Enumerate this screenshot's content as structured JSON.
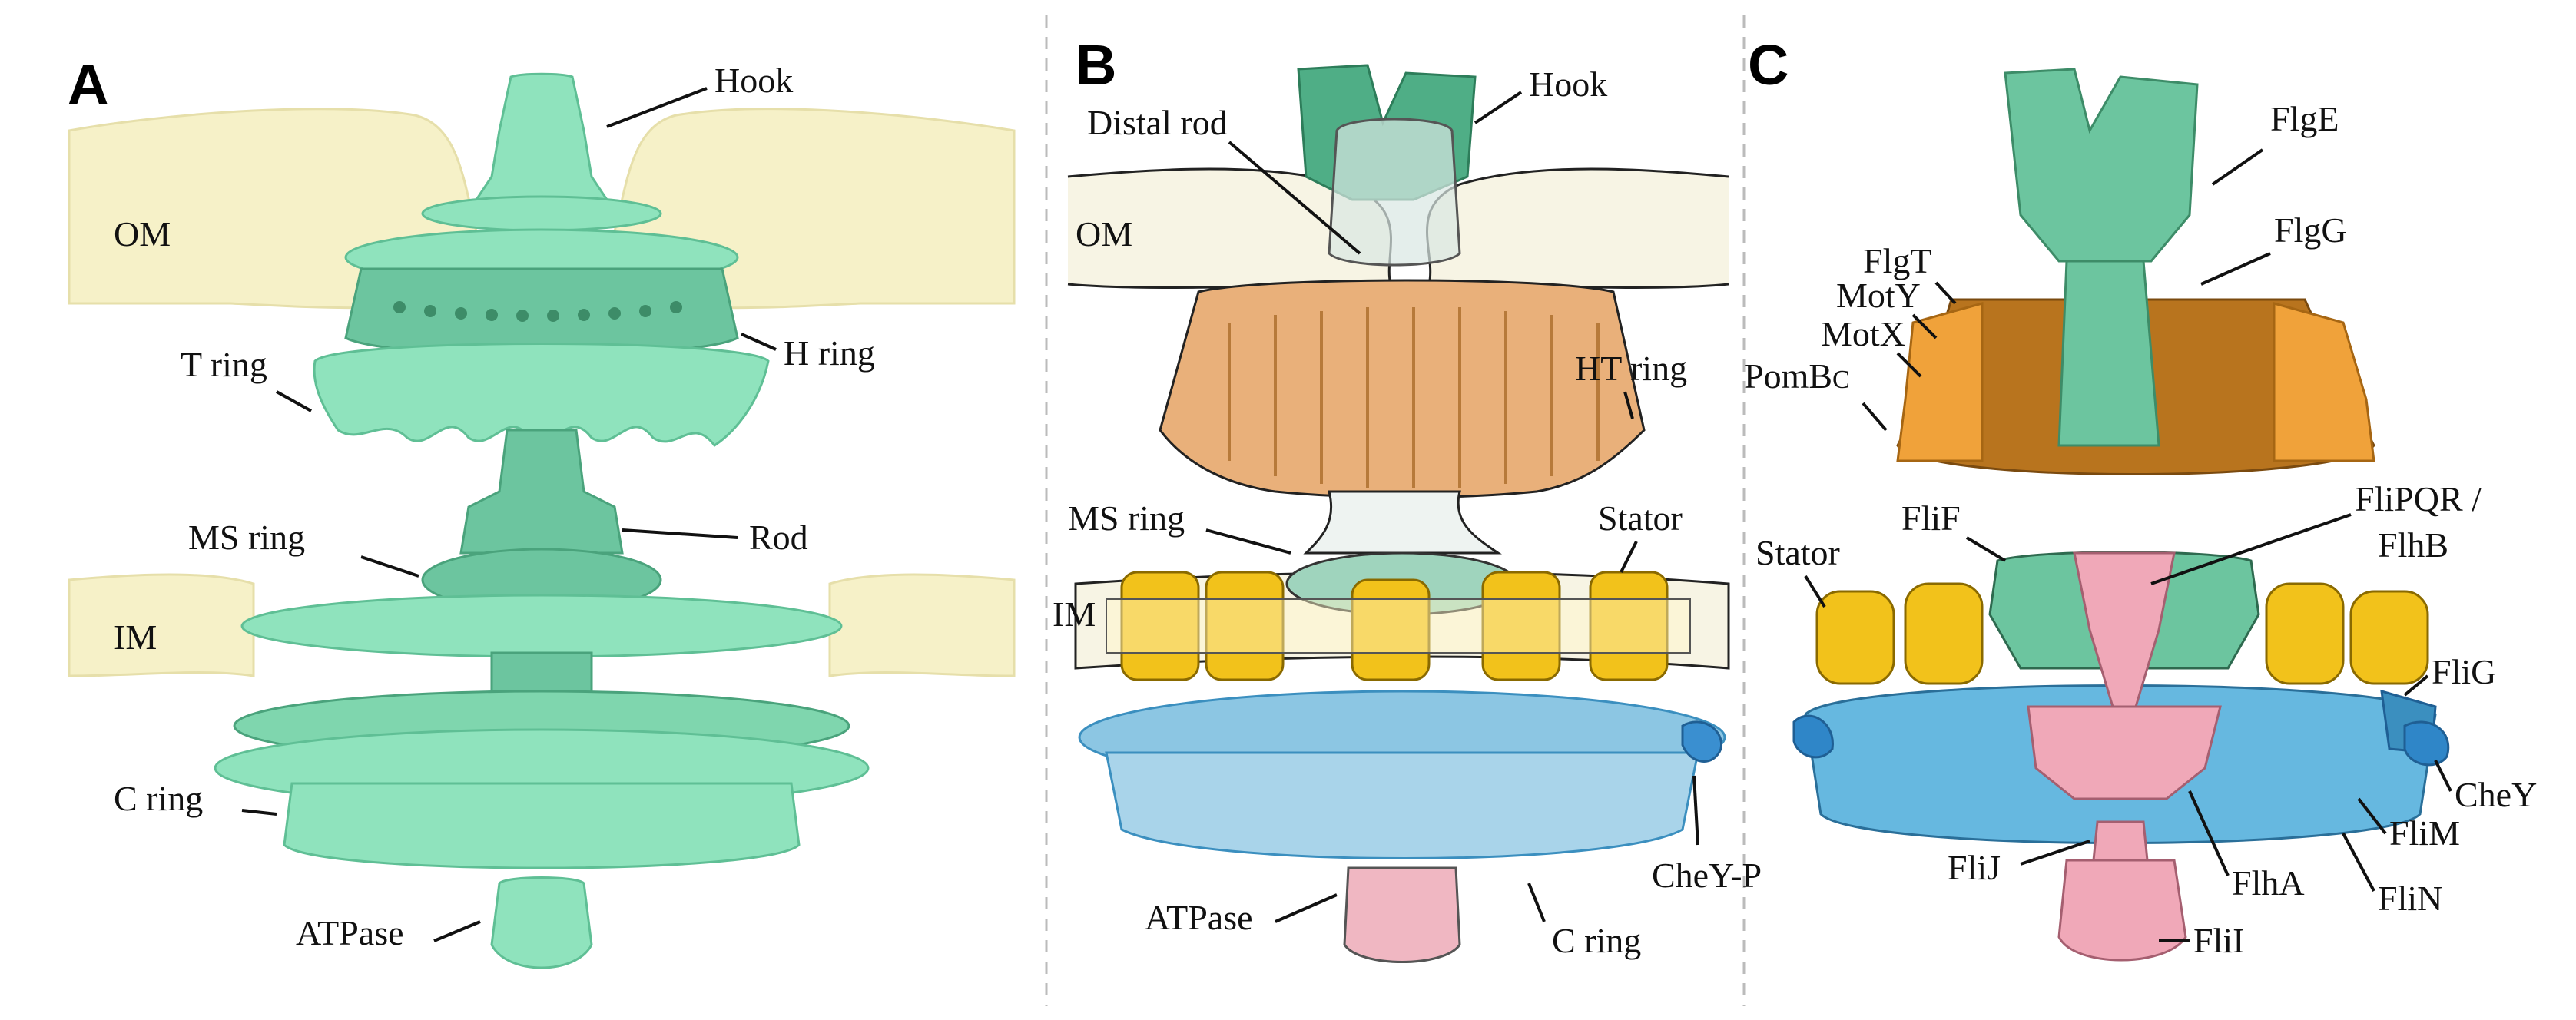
{
  "panels": {
    "a": {
      "letter": "A",
      "labels": {
        "hook": "Hook",
        "om": "OM",
        "h_ring": "H ring",
        "t_ring": "T ring",
        "ms_ring": "MS ring",
        "rod": "Rod",
        "im": "IM",
        "c_ring": "C ring",
        "atpase": "ATPase"
      }
    },
    "b": {
      "letter": "B",
      "labels": {
        "hook": "Hook",
        "distal_rod": "Distal rod",
        "om": "OM",
        "ht_ring": "HT ring",
        "ms_ring": "MS ring",
        "stator": "Stator",
        "im": "IM",
        "chey_p": "CheY-P",
        "atpase": "ATPase",
        "c_ring": "C ring"
      }
    },
    "c": {
      "letter": "C",
      "labels": {
        "flge": "FlgE",
        "flgg": "FlgG",
        "flgt": "FlgT",
        "moty": "MotY",
        "motx": "MotX",
        "pomb_main": "PomB",
        "pomb_sub": "C",
        "flif": "FliF",
        "flipqr": "FliPQR /",
        "flhb": "FlhB",
        "stator": "Stator",
        "flig": "FliG",
        "chey": "CheY",
        "flim": "FliM",
        "flin": "FliN",
        "flij": "FliJ",
        "flha": "FlhA",
        "flii": "FliI"
      }
    }
  },
  "colors": {
    "membrane": "#f6f1c8",
    "mint": "#8fe3bd",
    "mint_dark": "#5fbf95",
    "flagellar_green": "#6cc59f",
    "orange": "#f0a23a",
    "orange_dark": "#b8741e",
    "yellow": "#f2c21b",
    "blue": "#66b8e0",
    "blue_dark": "#3b8fbf",
    "pink": "#f0a8b8"
  }
}
